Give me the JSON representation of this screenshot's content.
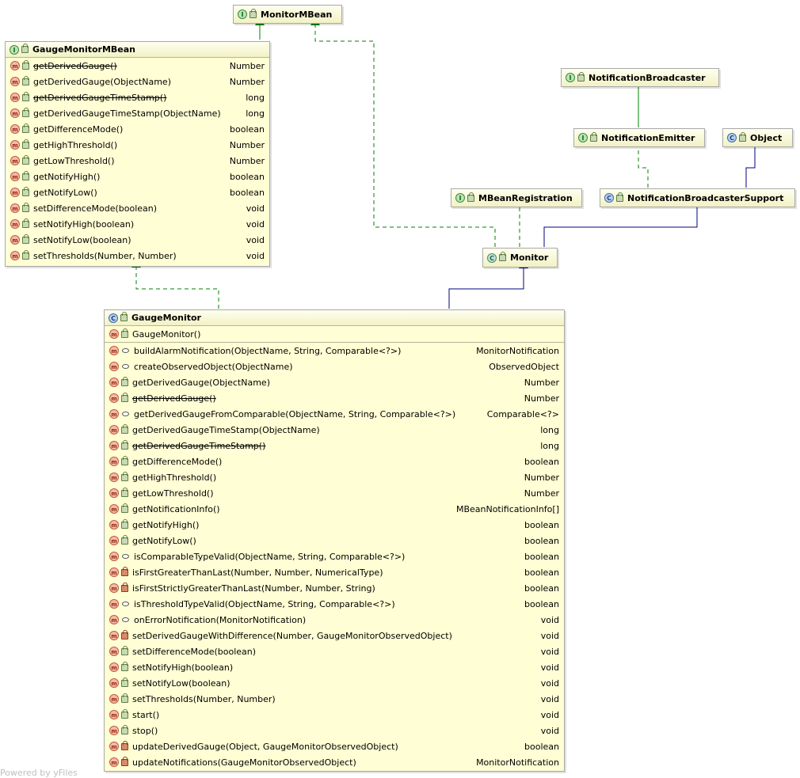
{
  "nodes": {
    "monitor_mbean": {
      "title": "MonitorMBean",
      "kind": "interface",
      "icon": "interface-icon"
    },
    "notification_broadcaster": {
      "title": "NotificationBroadcaster",
      "kind": "interface",
      "icon": "interface-icon"
    },
    "notification_emitter": {
      "title": "NotificationEmitter",
      "kind": "interface",
      "icon": "interface-icon"
    },
    "object": {
      "title": "Object",
      "kind": "class",
      "icon": "class-icon"
    },
    "mbean_registration": {
      "title": "MBeanRegistration",
      "kind": "interface",
      "icon": "interface-icon"
    },
    "notification_broadcaster_support": {
      "title": "NotificationBroadcasterSupport",
      "kind": "class",
      "icon": "class-icon"
    },
    "monitor": {
      "title": "Monitor",
      "kind": "abstract-class",
      "icon": "abstract-class-icon"
    },
    "gauge_monitor_mbean": {
      "title": "GaugeMonitorMBean",
      "kind": "interface",
      "icon": "interface-icon",
      "methods": [
        {
          "name": "getDerivedGauge()",
          "type": "Number",
          "deprecated": true,
          "visibility": "public"
        },
        {
          "name": "getDerivedGauge(ObjectName)",
          "type": "Number",
          "deprecated": false,
          "visibility": "public"
        },
        {
          "name": "getDerivedGaugeTimeStamp()",
          "type": "long",
          "deprecated": true,
          "visibility": "public"
        },
        {
          "name": "getDerivedGaugeTimeStamp(ObjectName)",
          "type": "long",
          "deprecated": false,
          "visibility": "public"
        },
        {
          "name": "getDifferenceMode()",
          "type": "boolean",
          "deprecated": false,
          "visibility": "public"
        },
        {
          "name": "getHighThreshold()",
          "type": "Number",
          "deprecated": false,
          "visibility": "public"
        },
        {
          "name": "getLowThreshold()",
          "type": "Number",
          "deprecated": false,
          "visibility": "public"
        },
        {
          "name": "getNotifyHigh()",
          "type": "boolean",
          "deprecated": false,
          "visibility": "public"
        },
        {
          "name": "getNotifyLow()",
          "type": "boolean",
          "deprecated": false,
          "visibility": "public"
        },
        {
          "name": "setDifferenceMode(boolean)",
          "type": "void",
          "deprecated": false,
          "visibility": "public"
        },
        {
          "name": "setNotifyHigh(boolean)",
          "type": "void",
          "deprecated": false,
          "visibility": "public"
        },
        {
          "name": "setNotifyLow(boolean)",
          "type": "void",
          "deprecated": false,
          "visibility": "public"
        },
        {
          "name": "setThresholds(Number, Number)",
          "type": "void",
          "deprecated": false,
          "visibility": "public"
        }
      ]
    },
    "gauge_monitor": {
      "title": "GaugeMonitor",
      "kind": "class",
      "icon": "class-icon",
      "constructor": {
        "name": "GaugeMonitor()",
        "visibility": "public"
      },
      "methods": [
        {
          "name": "buildAlarmNotification(ObjectName, String, Comparable<?>)",
          "type": "MonitorNotification",
          "deprecated": false,
          "visibility": "package"
        },
        {
          "name": "createObservedObject(ObjectName)",
          "type": "ObservedObject",
          "deprecated": false,
          "visibility": "package"
        },
        {
          "name": "getDerivedGauge(ObjectName)",
          "type": "Number",
          "deprecated": false,
          "visibility": "public"
        },
        {
          "name": "getDerivedGauge()",
          "type": "Number",
          "deprecated": true,
          "visibility": "public"
        },
        {
          "name": "getDerivedGaugeFromComparable(ObjectName, String, Comparable<?>)",
          "type": "Comparable<?>",
          "deprecated": false,
          "visibility": "package"
        },
        {
          "name": "getDerivedGaugeTimeStamp(ObjectName)",
          "type": "long",
          "deprecated": false,
          "visibility": "public"
        },
        {
          "name": "getDerivedGaugeTimeStamp()",
          "type": "long",
          "deprecated": true,
          "visibility": "public"
        },
        {
          "name": "getDifferenceMode()",
          "type": "boolean",
          "deprecated": false,
          "visibility": "public"
        },
        {
          "name": "getHighThreshold()",
          "type": "Number",
          "deprecated": false,
          "visibility": "public"
        },
        {
          "name": "getLowThreshold()",
          "type": "Number",
          "deprecated": false,
          "visibility": "public"
        },
        {
          "name": "getNotificationInfo()",
          "type": "MBeanNotificationInfo[]",
          "deprecated": false,
          "visibility": "public"
        },
        {
          "name": "getNotifyHigh()",
          "type": "boolean",
          "deprecated": false,
          "visibility": "public"
        },
        {
          "name": "getNotifyLow()",
          "type": "boolean",
          "deprecated": false,
          "visibility": "public"
        },
        {
          "name": "isComparableTypeValid(ObjectName, String, Comparable<?>)",
          "type": "boolean",
          "deprecated": false,
          "visibility": "package"
        },
        {
          "name": "isFirstGreaterThanLast(Number, Number, NumericalType)",
          "type": "boolean",
          "deprecated": false,
          "visibility": "private"
        },
        {
          "name": "isFirstStrictlyGreaterThanLast(Number, Number, String)",
          "type": "boolean",
          "deprecated": false,
          "visibility": "private"
        },
        {
          "name": "isThresholdTypeValid(ObjectName, String, Comparable<?>)",
          "type": "boolean",
          "deprecated": false,
          "visibility": "package"
        },
        {
          "name": "onErrorNotification(MonitorNotification)",
          "type": "void",
          "deprecated": false,
          "visibility": "package"
        },
        {
          "name": "setDerivedGaugeWithDifference(Number, GaugeMonitorObservedObject)",
          "type": "void",
          "deprecated": false,
          "visibility": "private"
        },
        {
          "name": "setDifferenceMode(boolean)",
          "type": "void",
          "deprecated": false,
          "visibility": "public"
        },
        {
          "name": "setNotifyHigh(boolean)",
          "type": "void",
          "deprecated": false,
          "visibility": "public"
        },
        {
          "name": "setNotifyLow(boolean)",
          "type": "void",
          "deprecated": false,
          "visibility": "public"
        },
        {
          "name": "setThresholds(Number, Number)",
          "type": "void",
          "deprecated": false,
          "visibility": "public"
        },
        {
          "name": "start()",
          "type": "void",
          "deprecated": false,
          "visibility": "public"
        },
        {
          "name": "stop()",
          "type": "void",
          "deprecated": false,
          "visibility": "public"
        },
        {
          "name": "updateDerivedGauge(Object, GaugeMonitorObservedObject)",
          "type": "boolean",
          "deprecated": false,
          "visibility": "private"
        },
        {
          "name": "updateNotifications(GaugeMonitorObservedObject)",
          "type": "MonitorNotification",
          "deprecated": false,
          "visibility": "private"
        }
      ]
    }
  },
  "edges": [
    {
      "from": "GaugeMonitorMBean",
      "to": "MonitorMBean",
      "relation": "extends",
      "color": "#008000"
    },
    {
      "from": "NotificationEmitter",
      "to": "NotificationBroadcaster",
      "relation": "extends",
      "color": "#008000"
    },
    {
      "from": "NotificationBroadcasterSupport",
      "to": "NotificationEmitter",
      "relation": "implements",
      "color": "#008000"
    },
    {
      "from": "NotificationBroadcasterSupport",
      "to": "Object",
      "relation": "extends",
      "color": "#000080"
    },
    {
      "from": "Monitor",
      "to": "MonitorMBean",
      "relation": "implements",
      "color": "#008000"
    },
    {
      "from": "Monitor",
      "to": "MBeanRegistration",
      "relation": "implements",
      "color": "#008000"
    },
    {
      "from": "Monitor",
      "to": "NotificationBroadcasterSupport",
      "relation": "extends",
      "color": "#000080"
    },
    {
      "from": "GaugeMonitor",
      "to": "GaugeMonitorMBean",
      "relation": "implements",
      "color": "#008000"
    },
    {
      "from": "GaugeMonitor",
      "to": "Monitor",
      "relation": "extends",
      "color": "#000080"
    }
  ],
  "footer": "Powered by yFiles"
}
